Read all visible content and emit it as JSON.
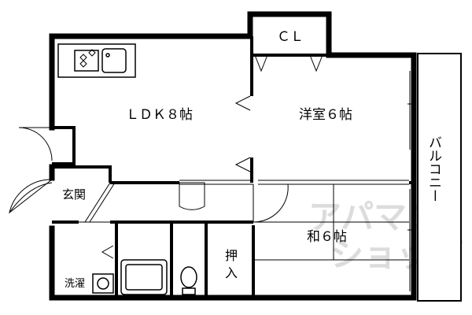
{
  "rooms": {
    "ldk": "ＬＤＫ８帖",
    "western": "洋室６帖",
    "japanese": "和６帖",
    "closet": "ＣＬ",
    "entrance": "玄関",
    "oshiire_1": "押",
    "oshiire_2": "入",
    "laundry": "洗濯",
    "balcony": "バルコニー"
  },
  "watermark": {
    "line1": "アパマン",
    "line2": "ショップ"
  }
}
